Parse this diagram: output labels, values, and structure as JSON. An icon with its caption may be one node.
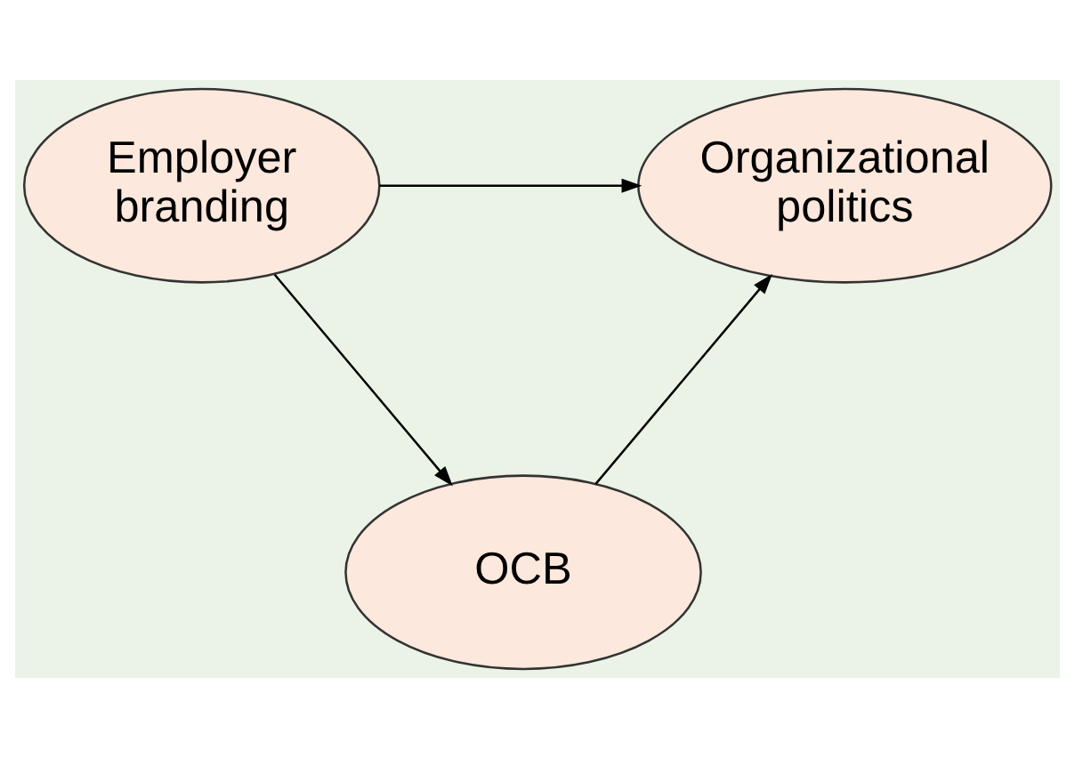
{
  "diagram": {
    "nodes": [
      {
        "text": [
          "Employer branding"
        ]
      },
      {
        "text": [
          "Organizational politics"
        ]
      },
      {
        "text": [
          "OCB"
        ]
      }
    ],
    "edges": [
      {
        "from": 0,
        "to": 1,
        "arrow": "to"
      },
      {
        "from": 0,
        "to": 2,
        "arrow": "to"
      },
      {
        "from": 2,
        "to": 1,
        "arrow": "to"
      }
    ]
  }
}
